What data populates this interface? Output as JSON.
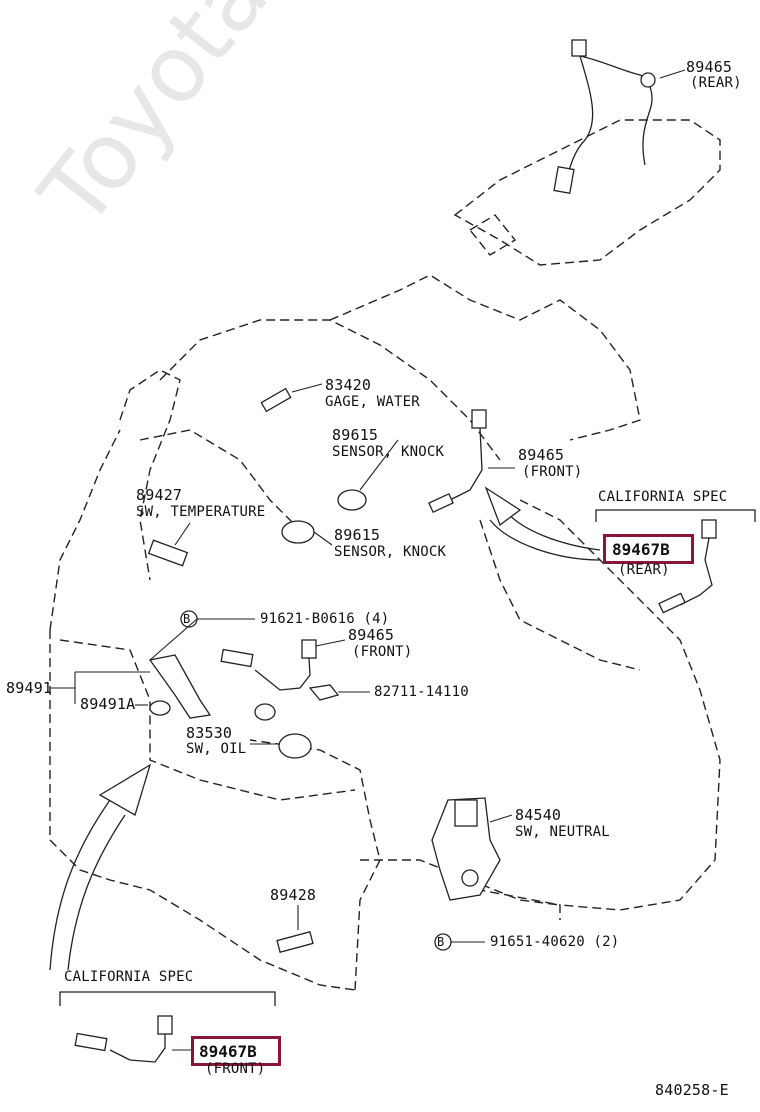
{
  "diagram": {
    "labels": {
      "p89465_rear_num": "89465",
      "p89465_rear_desc": "(REAR)",
      "p83420_num": "83420",
      "p83420_desc": "GAGE, WATER",
      "p89615a_num": "89615",
      "p89615a_desc": "SENSOR, KNOCK",
      "p89465_front_num": "89465",
      "p89465_front_desc": "(FRONT)",
      "california_spec_right": "CALIFORNIA SPEC",
      "p89467b_rear_num": "89467B",
      "p89467b_rear_desc": "(REAR)",
      "p89427_num": "89427",
      "p89427_desc": "SW, TEMPERATURE",
      "p89615b_num": "89615",
      "p89615b_desc": "SENSOR, KNOCK",
      "bolt_91621": "91621-B0616 (4)",
      "bolt_91621_mark": "B",
      "p89465_front2_num": "89465",
      "p89465_front2_desc": "(FRONT)",
      "p89491": "89491",
      "p89491a": "89491A",
      "p82711": "82711-14110",
      "p83530_num": "83530",
      "p83530_desc": "SW, OIL",
      "p84540_num": "84540",
      "p84540_desc": "SW, NEUTRAL",
      "p89428_num": "89428",
      "bolt_91651": "91651-40620 (2)",
      "bolt_91651_mark": "B",
      "california_spec_left": "CALIFORNIA SPEC",
      "p89467b_front_num": "89467B",
      "p89467b_front_desc": "(FRONT)",
      "drawing_code": "840258-E"
    },
    "watermark": "ToyotaCarLine.ru",
    "highlight_color": "#8b1538"
  }
}
